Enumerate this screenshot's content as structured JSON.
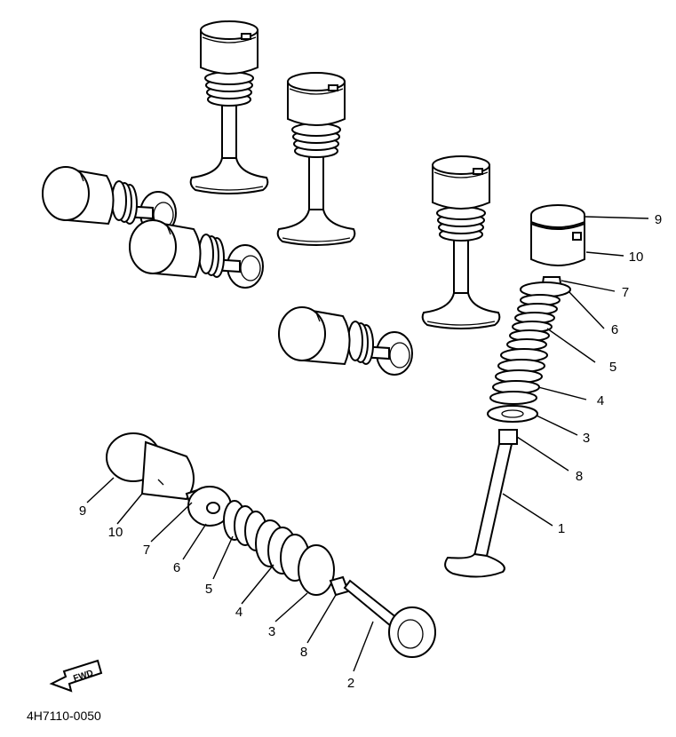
{
  "diagram": {
    "part_code": "4H7110-0050",
    "fwd_label": "FWD",
    "callouts_right": [
      "9",
      "10",
      "7",
      "6",
      "5",
      "4",
      "3",
      "8",
      "1"
    ],
    "callouts_left": [
      "9",
      "10",
      "7",
      "6",
      "5",
      "4",
      "3",
      "8",
      "2"
    ]
  }
}
